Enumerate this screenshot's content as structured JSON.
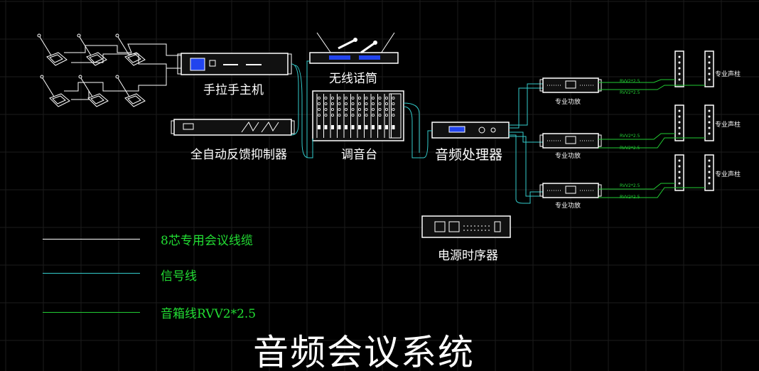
{
  "diagram": {
    "title": "音频会议系统",
    "devices": {
      "host": "手拉手主机",
      "wireless_mic": "无线话筒",
      "feedback_suppressor": "全自动反馈抑制器",
      "mixer": "调音台",
      "audio_processor": "音频处理器",
      "power_sequencer": "电源时序器",
      "amplifiers": [
        "专业功放",
        "专业功放",
        "专业功放"
      ],
      "speakers": [
        "专业声柱",
        "专业声柱",
        "专业声柱"
      ],
      "speaker_cable_labels": [
        "RVV2*2.5",
        "RVV2*2.5",
        "RVV2*2.5",
        "RVV2*2.5",
        "RVV2*2.5",
        "RVV2*2.5"
      ]
    },
    "legend": [
      {
        "label": "8芯专用会议线缆",
        "color": "#ffffff"
      },
      {
        "label": "信号线",
        "color": "#33cccc"
      },
      {
        "label": "音箱线RVV2*2.5",
        "color": "#22cc33"
      }
    ],
    "colors": {
      "background": "#000000",
      "grid": "#1e1e1e",
      "device": "#ffffff",
      "signal": "#33cccc",
      "speaker_line": "#22cc33"
    }
  }
}
